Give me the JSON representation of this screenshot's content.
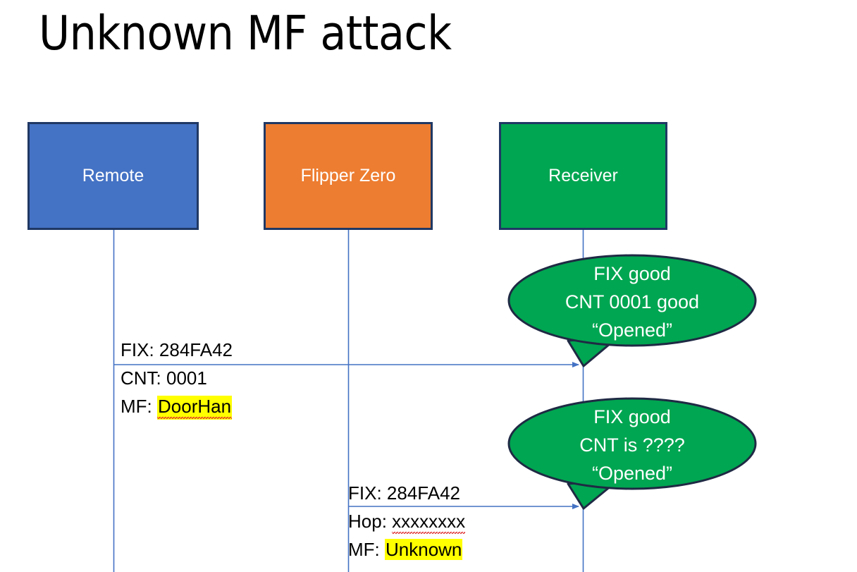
{
  "slide": {
    "title": "Unknown MF attack",
    "background": "#FFFFFF"
  },
  "colors": {
    "remote_fill": "#4472C4",
    "flipper_fill": "#ED7D31",
    "receiver_fill": "#00A651",
    "box_border": "#1F3864",
    "lifeline": "#4472C4",
    "arrow": "#4472C4",
    "bubble_fill": "#00A651",
    "bubble_border": "#1F2A44",
    "highlight": "#FFFF00",
    "text_dark": "#000000",
    "text_light": "#FFFFFF"
  },
  "actors": [
    {
      "id": "remote",
      "label": "Remote"
    },
    {
      "id": "flipper",
      "label": "Flipper Zero"
    },
    {
      "id": "receiver",
      "label": "Receiver"
    }
  ],
  "messages": [
    {
      "id": "msg-remote-to-receiver",
      "from": "remote",
      "to": "receiver",
      "lines": [
        {
          "label": "FIX: ",
          "value": "284FA42",
          "highlight": false,
          "spellerror": false
        },
        {
          "label": "CNT: ",
          "value": "0001",
          "highlight": false,
          "spellerror": false
        },
        {
          "label": "MF: ",
          "value": "DoorHan",
          "highlight": true,
          "spellerror": true
        }
      ]
    },
    {
      "id": "msg-flipper-to-receiver",
      "from": "flipper",
      "to": "receiver",
      "lines": [
        {
          "label": "FIX: ",
          "value": "284FA42",
          "highlight": false,
          "spellerror": false
        },
        {
          "label": "Hop: ",
          "value": "xxxxxxxx",
          "highlight": false,
          "spellerror": true
        },
        {
          "label": "MF: ",
          "value": "Unknown",
          "highlight": true,
          "spellerror": false
        }
      ]
    }
  ],
  "callouts": [
    {
      "id": "callout-first-reception",
      "attached_to": "receiver",
      "lines": [
        "FIX good",
        "CNT 0001 good",
        "“Opened”"
      ]
    },
    {
      "id": "callout-second-reception",
      "attached_to": "receiver",
      "lines": [
        "FIX good",
        "CNT is ????",
        "“Opened”"
      ]
    }
  ]
}
